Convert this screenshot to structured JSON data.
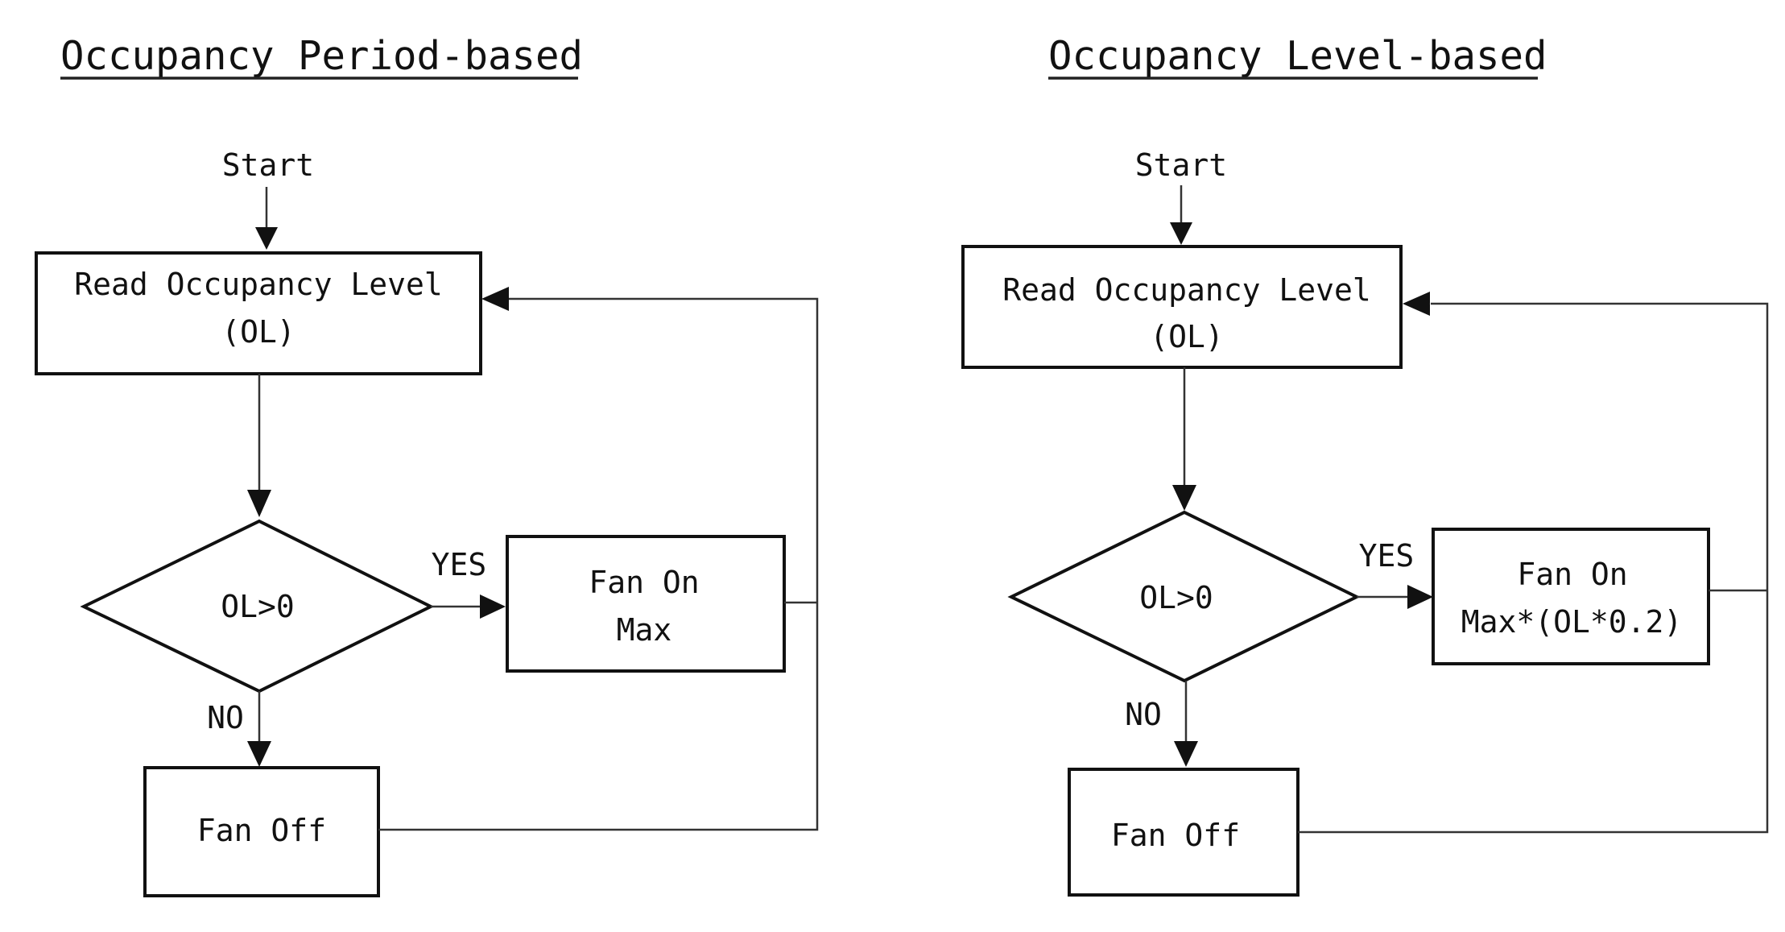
{
  "left": {
    "title": "Occupancy Period-based",
    "start": "Start",
    "read_line1": "Read Occupancy Level",
    "read_line2": "(OL)",
    "decision": "OL>0",
    "yes": "YES",
    "no": "NO",
    "fan_on_line1": "Fan On",
    "fan_on_line2": "Max",
    "fan_off": "Fan Off"
  },
  "right": {
    "title": "Occupancy Level-based",
    "start": "Start",
    "read_line1": "Read Occupancy Level",
    "read_line2": "(OL)",
    "decision": "OL>0",
    "yes": "YES",
    "no": "NO",
    "fan_on_line1": "Fan On",
    "fan_on_line2": "Max*(OL*0.2)",
    "fan_off": "Fan Off"
  },
  "colors": {
    "line": "#333333",
    "text": "#111111",
    "background": "#ffffff"
  }
}
